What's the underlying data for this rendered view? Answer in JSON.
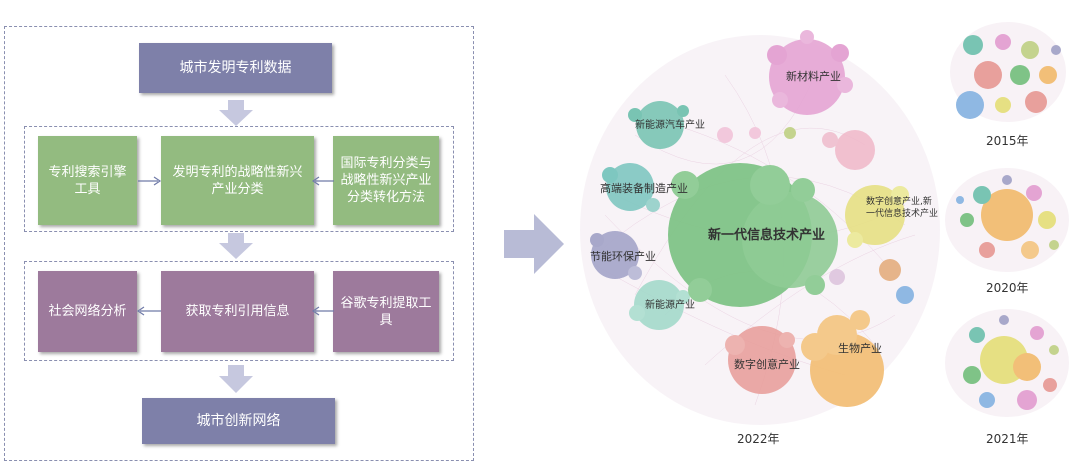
{
  "flow": {
    "top": "城市发明专利数据",
    "search_tool": "专利搜索引擎工具",
    "classify": "发明专利的战略性新兴产业分类",
    "convert": "国际专利分类与战略性新兴产业分类转化方法",
    "sna": "社会网络分析",
    "citation": "获取专利引用信息",
    "google_tool": "谷歌专利提取工具",
    "bottom": "城市创新网络"
  },
  "network": {
    "main_year": "2022年",
    "side_years": [
      "2015年",
      "2020年",
      "2021年"
    ],
    "clusters": {
      "new_materials": "新材料产业",
      "nev": "新能源汽车产业",
      "high_end": "高端装备制造产业",
      "env": "节能环保产业",
      "new_energy": "新能源产业",
      "it": "新一代信息技术产业",
      "digital": "数字创意产业",
      "bio": "生物产业",
      "digital_it": "数字创意产业,新一代信息技术产业"
    },
    "colors": {
      "it": "#7cc283",
      "materials": "#e6a6d6",
      "bio": "#f2c079",
      "digital": "#e99b9b",
      "high_end": "#79c4b3",
      "env": "#a6a6c9",
      "yellow": "#e6e083",
      "blue": "#8fb8e3"
    }
  }
}
